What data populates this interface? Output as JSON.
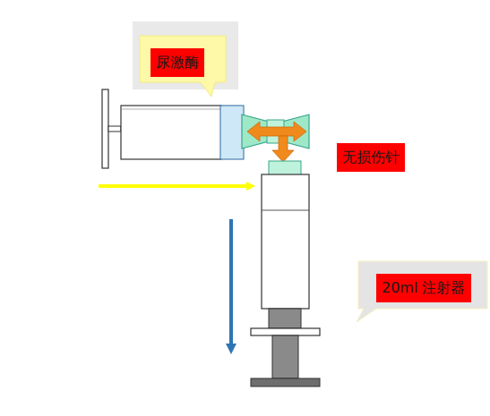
{
  "diagram": {
    "nodes": [
      {
        "text": [
          "尿激酶"
        ]
      },
      {
        "text": [
          "无损伤针"
        ]
      },
      {
        "text": [
          "20ml 注射器"
        ]
      }
    ],
    "edges": []
  }
}
